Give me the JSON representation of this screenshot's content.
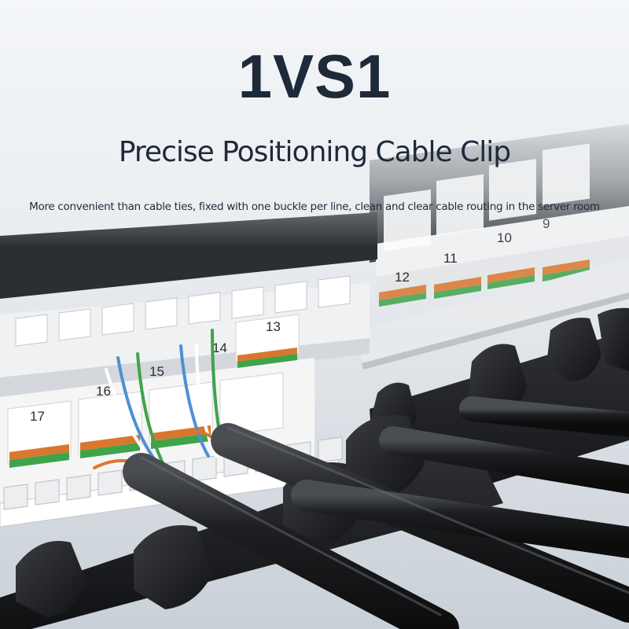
{
  "header": {
    "title": "1VS1",
    "subtitle": "Precise Positioning Cable Clip",
    "tagline": "More convenient than cable ties, fixed with one buckle per line, clean and clear cable routing in the server room"
  },
  "photo": {
    "port_numbers": [
      "17",
      "16",
      "15",
      "14",
      "13",
      "12",
      "11",
      "10",
      "9"
    ],
    "colors": {
      "background": "#e9edf1",
      "text": "#1e2a3a",
      "panel": "#f3f4f4",
      "rack": "#2b2e33",
      "clip": "#1c1d20",
      "cable": "#151618",
      "wire_orange": "#d9772e",
      "wire_green": "#3fa34a",
      "wire_blue": "#4f8fd6"
    }
  }
}
